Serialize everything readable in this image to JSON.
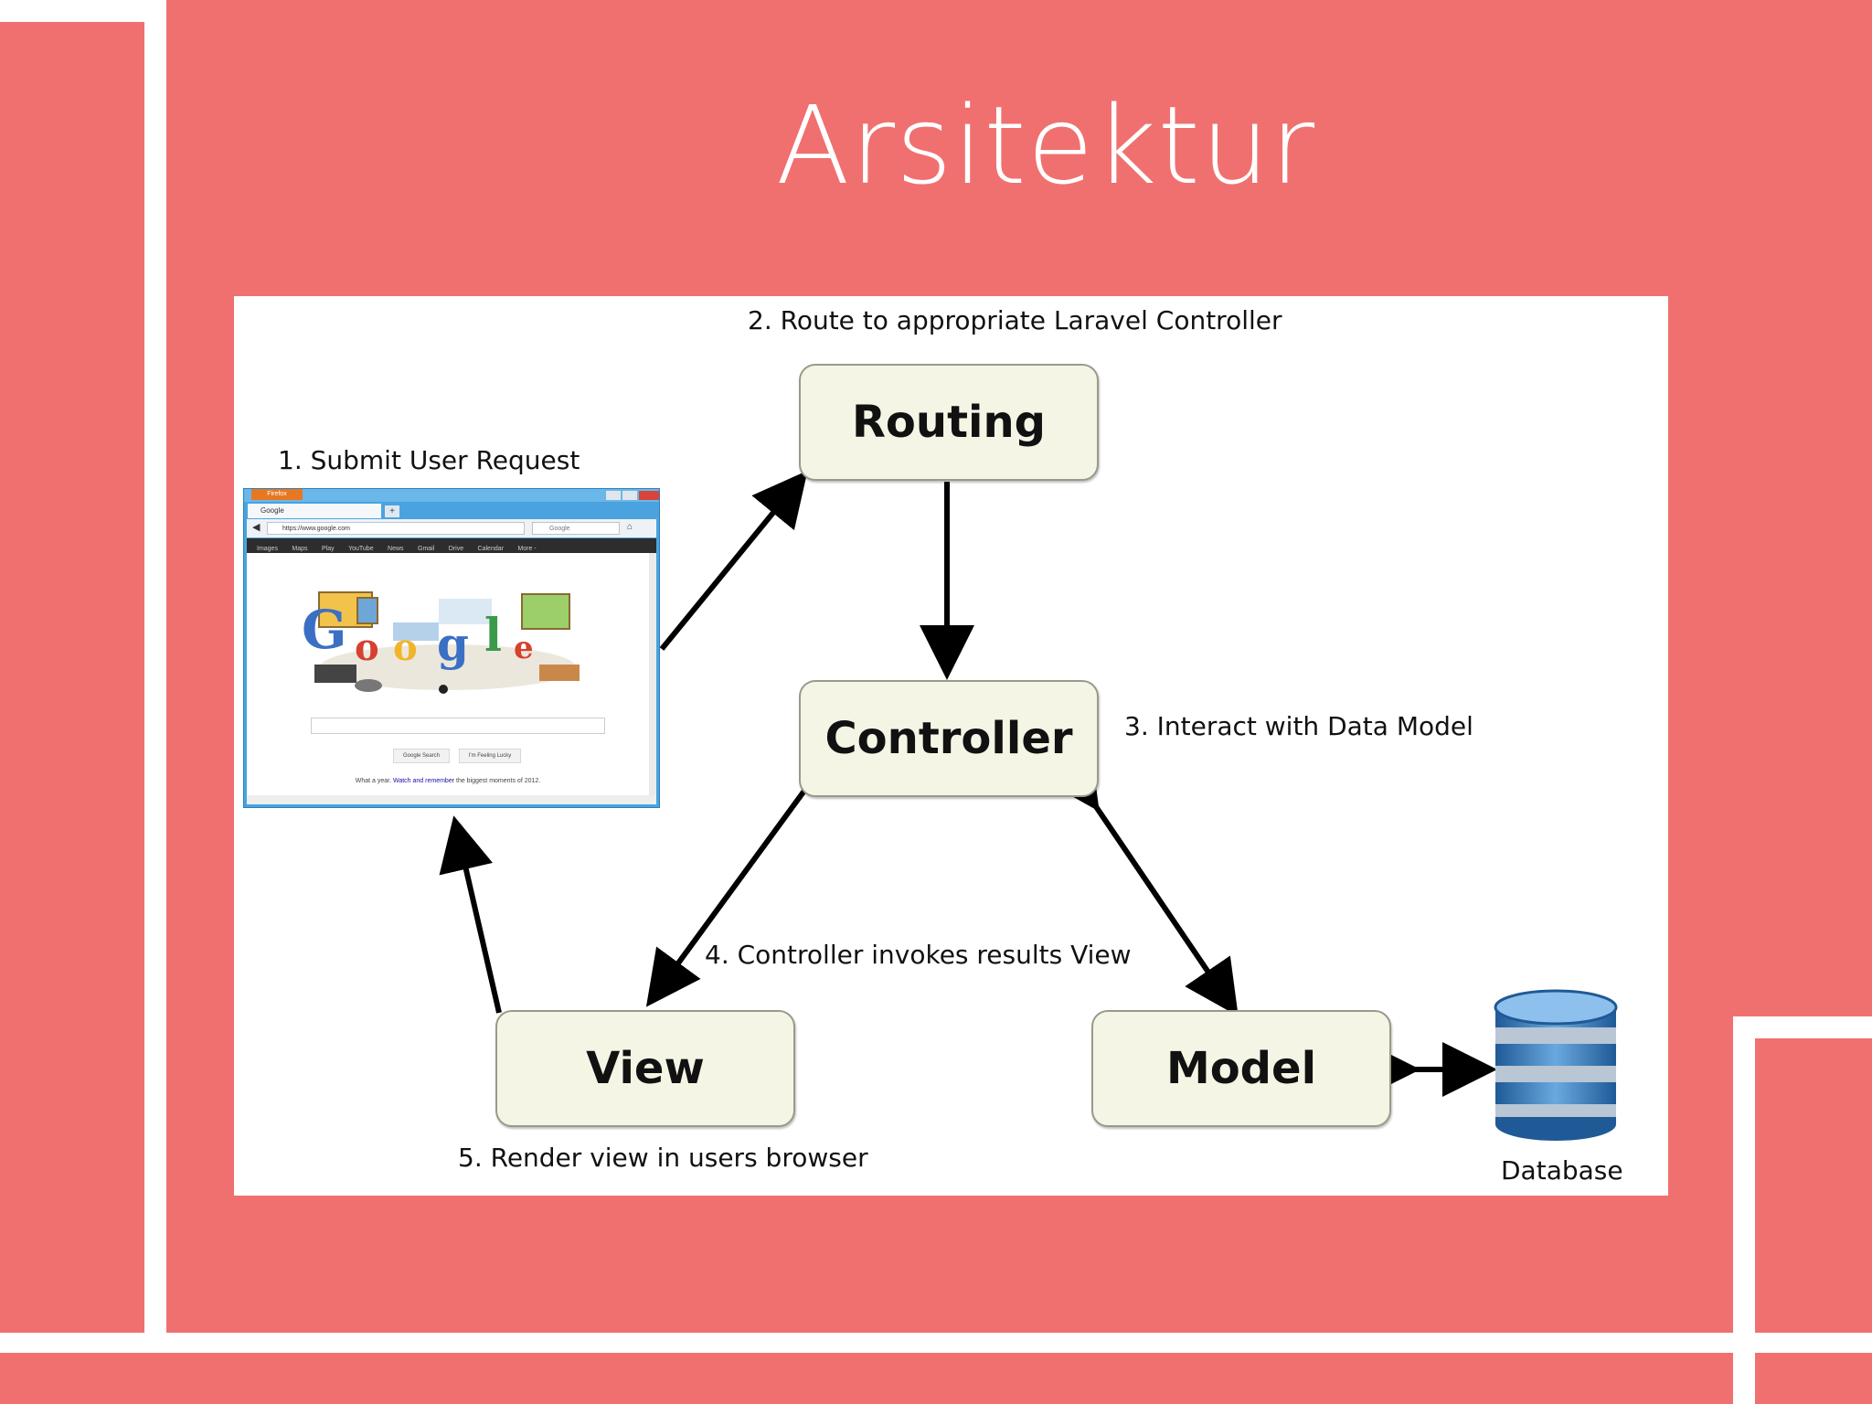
{
  "slide": {
    "title": "Arsitektur"
  },
  "diagram": {
    "nodes": {
      "routing": "Routing",
      "controller": "Controller",
      "view": "View",
      "model": "Model",
      "database": "Database"
    },
    "steps": {
      "step1": "1. Submit User Request",
      "step2": "2. Route to appropriate Laravel Controller",
      "step3": "3. Interact with Data Model",
      "step4": "4. Controller invokes results View",
      "step5": "5. Render view in users browser"
    }
  },
  "browser": {
    "app_badge": "Firefox",
    "tab_label": "Google",
    "url": "https://www.google.com",
    "search_placeholder": "Google",
    "nav_links": [
      "Images",
      "Maps",
      "Play",
      "YouTube",
      "News",
      "Gmail",
      "Drive",
      "Calendar",
      "More -"
    ],
    "search_button": "Google Search",
    "lucky_button": "I'm Feeling Lucky",
    "footer_prefix": "What a year.",
    "footer_link": "Watch and remember",
    "footer_suffix": "the biggest moments of 2012."
  },
  "colors": {
    "background": "#f07070",
    "node_fill": "#f5f5e6",
    "database_blue": "#2f6fad"
  }
}
